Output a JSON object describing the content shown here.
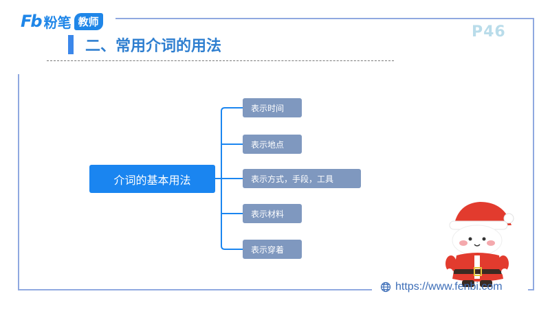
{
  "brand": {
    "logo_mark": "Fb",
    "logo_text": "粉笔",
    "badge": "教师"
  },
  "page_number": "P46",
  "section_title": "二、常用介词的用法",
  "mindmap": {
    "root": "介词的基本用法",
    "children": [
      "表示时间",
      "表示地点",
      "表示方式，手段，工具",
      "表示材料",
      "表示穿着"
    ]
  },
  "footer": {
    "url": "https://www.fenbi.com",
    "icon": "globe-icon"
  },
  "colors": {
    "accent": "#1a85f0",
    "leaf": "#7f98bf",
    "frame": "#8fa8e0"
  }
}
